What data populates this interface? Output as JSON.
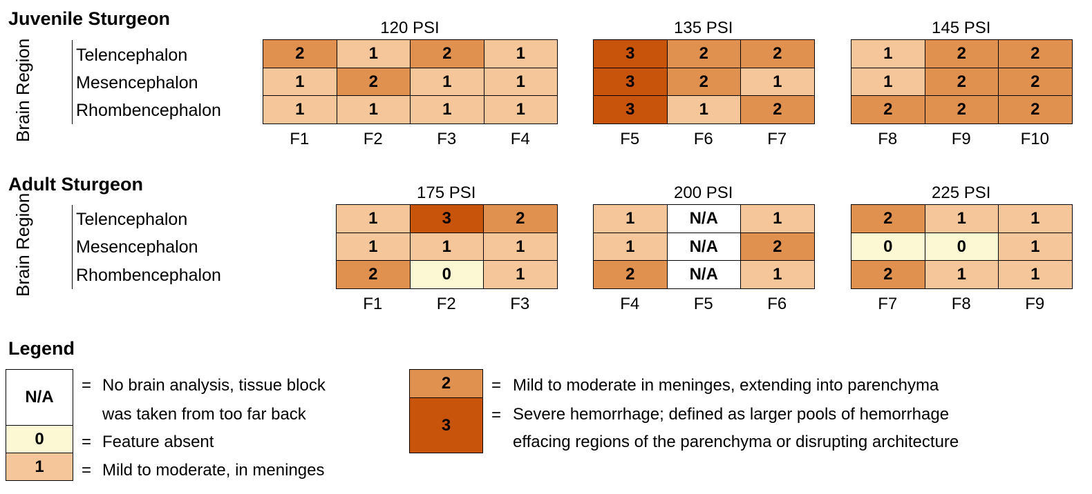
{
  "colors": {
    "NA": "#ffffff",
    "0": "#fdf8d4",
    "1": "#f4c699",
    "2": "#e0904f",
    "3": "#c8530b"
  },
  "chart_data": {
    "type": "heatmap",
    "axis_label": "Brain Region",
    "rows": [
      "Telencephalon",
      "Mesencephalon",
      "Rhombencephalon"
    ],
    "sections": [
      {
        "title": "Juvenile Sturgeon",
        "groups": [
          {
            "title": "120 PSI",
            "columns": [
              "F1",
              "F2",
              "F3",
              "F4"
            ],
            "values": [
              [
                "2",
                "1",
                "2",
                "1"
              ],
              [
                "1",
                "2",
                "1",
                "1"
              ],
              [
                "1",
                "1",
                "1",
                "1"
              ]
            ]
          },
          {
            "title": "135 PSI",
            "columns": [
              "F5",
              "F6",
              "F7"
            ],
            "values": [
              [
                "3",
                "2",
                "2"
              ],
              [
                "3",
                "2",
                "1"
              ],
              [
                "3",
                "1",
                "2"
              ]
            ]
          },
          {
            "title": "145 PSI",
            "columns": [
              "F8",
              "F9",
              "F10"
            ],
            "values": [
              [
                "1",
                "2",
                "2"
              ],
              [
                "1",
                "2",
                "2"
              ],
              [
                "2",
                "2",
                "2"
              ]
            ]
          }
        ]
      },
      {
        "title": "Adult Sturgeon",
        "groups": [
          {
            "title": "175 PSI",
            "columns": [
              "F1",
              "F2",
              "F3"
            ],
            "values": [
              [
                "1",
                "3",
                "2"
              ],
              [
                "1",
                "1",
                "1"
              ],
              [
                "2",
                "0",
                "1"
              ]
            ]
          },
          {
            "title": "200 PSI",
            "columns": [
              "F4",
              "F5",
              "F6"
            ],
            "values": [
              [
                "1",
                "N/A",
                "1"
              ],
              [
                "1",
                "N/A",
                "2"
              ],
              [
                "2",
                "N/A",
                "1"
              ]
            ]
          },
          {
            "title": "225 PSI",
            "columns": [
              "F7",
              "F8",
              "F9"
            ],
            "values": [
              [
                "2",
                "1",
                "1"
              ],
              [
                "0",
                "0",
                "1"
              ],
              [
                "2",
                "1",
                "1"
              ]
            ]
          }
        ]
      }
    ]
  },
  "legend": {
    "title": "Legend",
    "eq": "=",
    "items": [
      {
        "key": "N/A",
        "lines": [
          "No brain analysis, tissue block",
          "was taken from too far back"
        ]
      },
      {
        "key": "0",
        "lines": [
          "Feature absent"
        ]
      },
      {
        "key": "1",
        "lines": [
          "Mild to moderate, in meninges"
        ]
      },
      {
        "key": "2",
        "lines": [
          "Mild to moderate in meninges, extending into parenchyma"
        ]
      },
      {
        "key": "3",
        "lines": [
          "Severe hemorrhage; defined as larger pools of hemorrhage",
          "effacing regions of the parenchyma or disrupting architecture"
        ]
      }
    ]
  }
}
